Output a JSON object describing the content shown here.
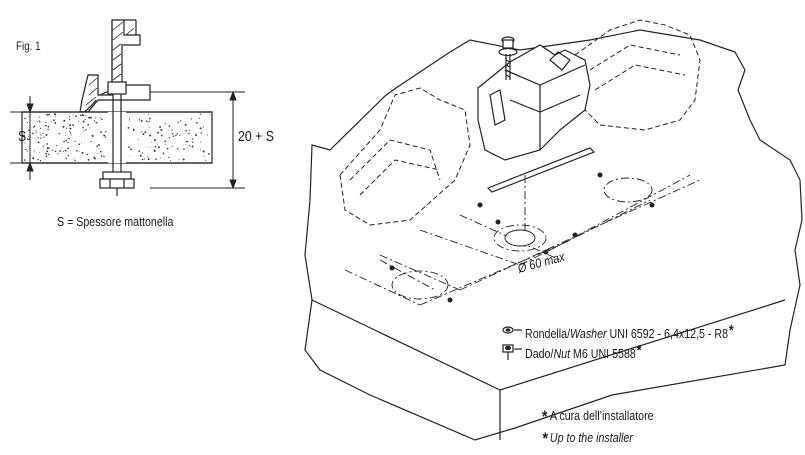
{
  "figure": {
    "label": "Fig. 1",
    "s_label": "S",
    "dim_label": "20 + S",
    "caption": "S = Spessore mattonella"
  },
  "parts": [
    {
      "prefix": "Rondella/",
      "italic": "Washer",
      "suffix": " UNI 6592 - 6,4x12,5 - R8",
      "mark": "*"
    },
    {
      "prefix": "Dado/",
      "italic": "Nut",
      "suffix": " M6 UNI 5588",
      "mark": "*"
    }
  ],
  "diameter_label": "Ø 60 max",
  "notes": {
    "mark": "*",
    "italian": "A cura dell’installatore",
    "english": "Up to the installer"
  }
}
